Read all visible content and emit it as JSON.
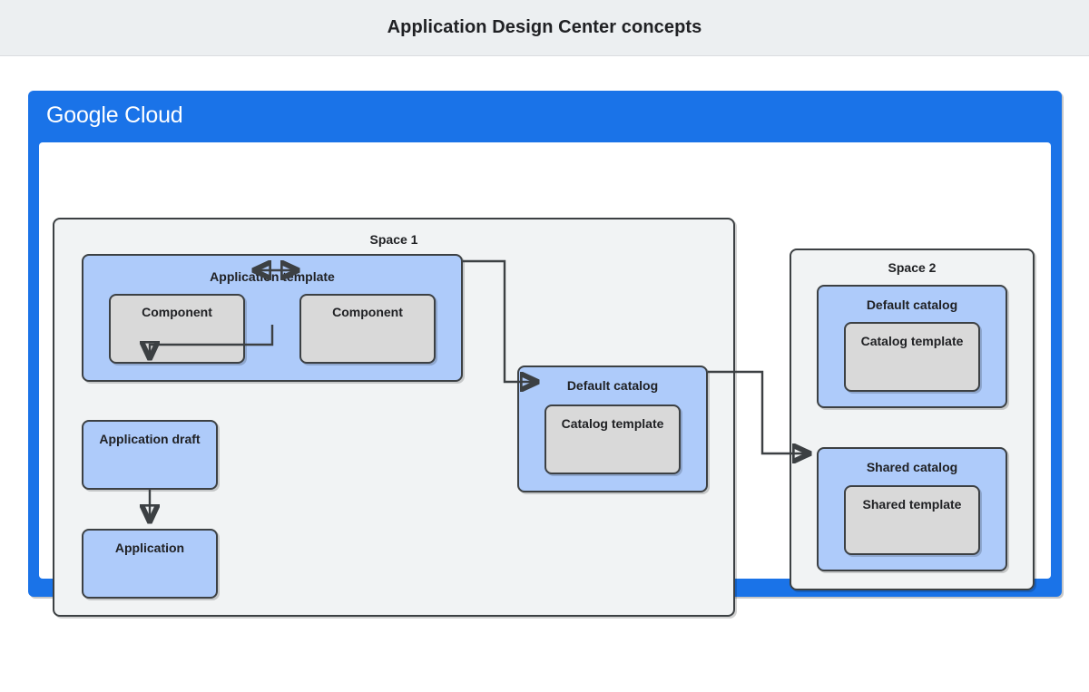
{
  "header": {
    "title": "Application Design Center concepts"
  },
  "cloud": {
    "brand_primary": "Google",
    "brand_secondary": "Cloud",
    "brand_color": "#1a73e8"
  },
  "colors": {
    "header_background": "#eceff1",
    "cloud_blue": "#1a73e8",
    "space_fill": "#f1f3f4",
    "blue_box_fill": "#aecbfa",
    "gray_box_fill": "#d9d9d9",
    "border": "#3c4043",
    "text": "#202124"
  },
  "spaces": [
    {
      "id": "space-1",
      "label": "Space 1",
      "nodes": [
        {
          "id": "app-template",
          "label": "Application template",
          "kind": "blue"
        },
        {
          "id": "component-left",
          "label": "Component",
          "kind": "gray"
        },
        {
          "id": "component-right",
          "label": "Component",
          "kind": "gray"
        },
        {
          "id": "application-draft",
          "label": "Application draft",
          "kind": "blue"
        },
        {
          "id": "application",
          "label": "Application",
          "kind": "blue"
        },
        {
          "id": "default-catalog-1",
          "label": "Default catalog",
          "kind": "blue"
        },
        {
          "id": "catalog-template-1",
          "label": "Catalog template",
          "kind": "gray"
        }
      ]
    },
    {
      "id": "space-2",
      "label": "Space 2",
      "nodes": [
        {
          "id": "default-catalog-2",
          "label": "Default catalog",
          "kind": "blue"
        },
        {
          "id": "catalog-template-2",
          "label": "Catalog template",
          "kind": "gray"
        },
        {
          "id": "shared-catalog",
          "label": "Shared catalog",
          "kind": "blue"
        },
        {
          "id": "shared-template",
          "label": "Shared template",
          "kind": "gray"
        }
      ]
    }
  ],
  "connectors": [
    {
      "id": "component-left-to-component-right",
      "from": "component-left",
      "to": "component-right",
      "style": "bidirectional"
    },
    {
      "id": "app-template-to-application-draft",
      "from": "app-template",
      "to": "application-draft",
      "style": "arrow"
    },
    {
      "id": "app-template-to-catalog-template-1",
      "from": "app-template",
      "to": "catalog-template-1",
      "style": "arrow"
    },
    {
      "id": "application-draft-to-application",
      "from": "application-draft",
      "to": "application",
      "style": "arrow"
    },
    {
      "id": "default-catalog-1-to-shared-catalog",
      "from": "default-catalog-1",
      "to": "shared-catalog",
      "style": "arrow"
    }
  ]
}
